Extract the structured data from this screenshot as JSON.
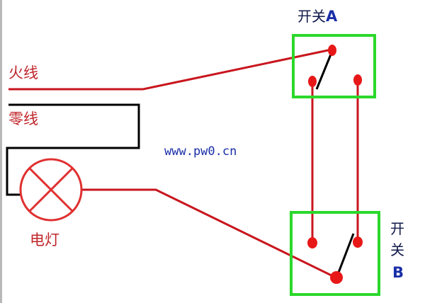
{
  "labels": {
    "live_wire": "火线",
    "neutral_wire": "零线",
    "lamp": "电灯",
    "switch_a_text": "开关",
    "switch_a_letter": "A",
    "switch_b_line1": "开",
    "switch_b_line2": "关",
    "switch_b_letter": "B",
    "website": "www.pw0.cn"
  },
  "colors": {
    "wire_red": "#c8161e",
    "wire_black": "#000000",
    "switch_box_green": "#2bd82b",
    "lamp_circle": "#e03030",
    "terminal_red": "#e81818",
    "label_red": "#c0262b",
    "label_blue": "#1a2ea8"
  },
  "icons": {
    "lamp": "lamp-cross-circle-icon",
    "switch_a": "spdt-switch-icon",
    "switch_b": "spdt-switch-icon"
  }
}
